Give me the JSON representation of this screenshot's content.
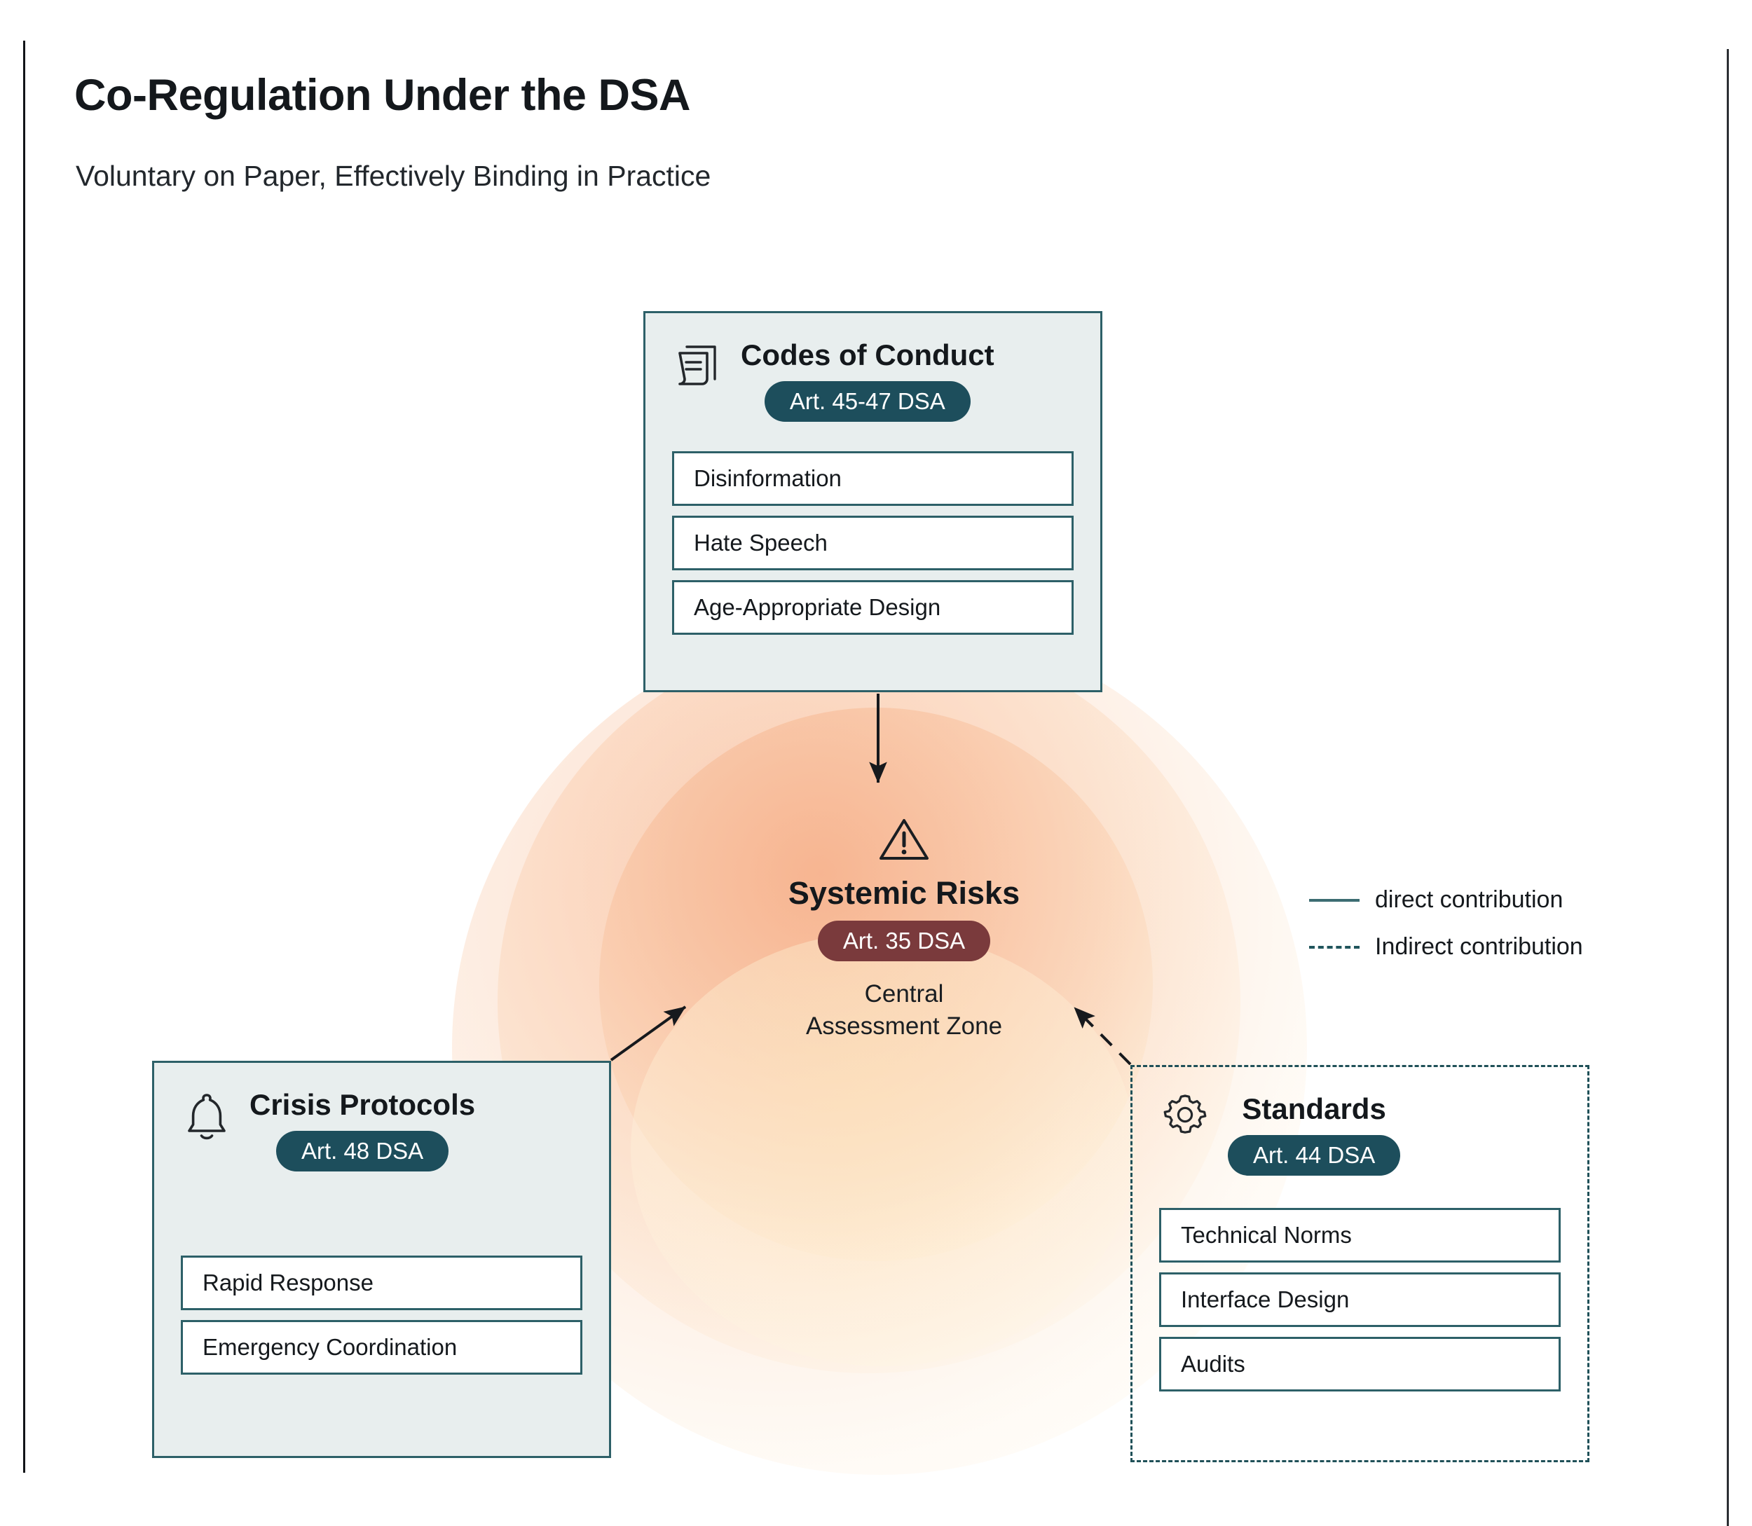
{
  "header": {
    "title": "Co-Regulation Under the DSA",
    "subtitle": "Voluntary on Paper, Effectively Binding in Practice"
  },
  "colors": {
    "badge_teal": "#1d4e5c",
    "badge_maroon": "#7a3a3c",
    "card_border_teal": "#2d6068",
    "card_fill": "#e8eeee",
    "glow_peach": "#f6b08a",
    "glow_cream": "#fdeec8",
    "text_dark": "#14181c"
  },
  "cards": {
    "codes": {
      "icon": "document-stack-icon",
      "title": "Codes of Conduct",
      "badge": "Art. 45-47 DSA",
      "badge_style": "teal",
      "border_style": "solid",
      "items": [
        "Disinformation",
        "Hate Speech",
        "Age-Appropriate Design"
      ]
    },
    "crisis": {
      "icon": "bell-icon",
      "title": "Crisis Protocols",
      "badge": "Art. 48 DSA",
      "badge_style": "teal",
      "border_style": "solid",
      "items": [
        "Rapid Response",
        "Emergency Coordination"
      ]
    },
    "standards": {
      "icon": "gear-icon",
      "title": "Standards",
      "badge": "Art. 44 DSA",
      "badge_style": "teal",
      "border_style": "dashed",
      "items": [
        "Technical Norms",
        "Interface Design",
        "Audits"
      ]
    }
  },
  "centre": {
    "icon": "warning-triangle-icon",
    "title": "Systemic Risks",
    "badge": "Art. 35 DSA",
    "badge_style": "maroon",
    "subtitle_line1": "Central",
    "subtitle_line2": "Assessment Zone"
  },
  "legend": {
    "items": [
      {
        "style": "solid",
        "label": "direct contribution"
      },
      {
        "style": "dashed",
        "label": "Indirect contribution"
      }
    ]
  },
  "connectors": [
    {
      "from": "codes",
      "to": "centre",
      "style": "solid",
      "semantic": "direct contribution"
    },
    {
      "from": "crisis",
      "to": "centre",
      "style": "solid",
      "semantic": "direct contribution"
    },
    {
      "from": "standards",
      "to": "centre",
      "style": "dashed",
      "semantic": "Indirect contribution"
    }
  ]
}
